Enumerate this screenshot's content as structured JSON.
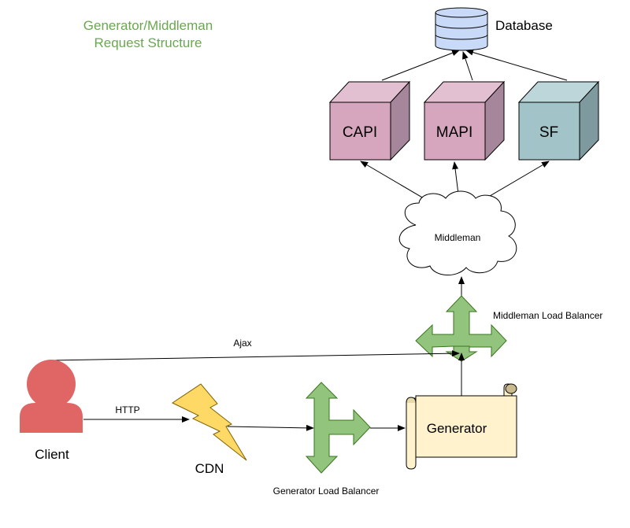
{
  "title": {
    "line1": "Generator/Middleman",
    "line2": "Request Structure"
  },
  "nodes": {
    "database": "Database",
    "capi": "CAPI",
    "mapi": "MAPI",
    "sf": "SF",
    "middleman": "Middleman",
    "middleman_lb": "Middleman Load Balancer",
    "client": "Client",
    "cdn": "CDN",
    "generator_lb": "Generator Load Balancer",
    "generator": "Generator"
  },
  "edges": {
    "ajax": "Ajax",
    "http": "HTTP"
  },
  "colors": {
    "title": "#6aa84f",
    "db_fill": "#c9daf8",
    "pink_fill": "#d5a6bd",
    "teal_fill": "#a2c4c9",
    "green_fill": "#93c47d",
    "client_fill": "#e06666",
    "cdn_fill": "#ffd966",
    "scroll_fill": "#fff2cc"
  }
}
